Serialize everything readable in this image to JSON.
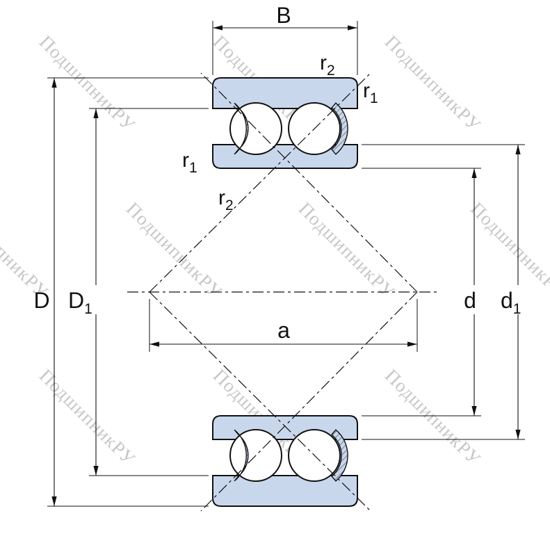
{
  "watermark": {
    "text": "ПодшипникРУ",
    "color": "#c7c7c7"
  },
  "colors": {
    "bearing_fill": "#c8d7ec",
    "outline": "#111111"
  },
  "labels": {
    "B": "B",
    "D": "D",
    "D1": {
      "base": "D",
      "sub": "1"
    },
    "d": "d",
    "d1": {
      "base": "d",
      "sub": "1"
    },
    "a": "a",
    "r1_outer": {
      "base": "r",
      "sub": "1"
    },
    "r2_outer": {
      "base": "r",
      "sub": "2"
    },
    "r1_inner": {
      "base": "r",
      "sub": "1"
    },
    "r2_inner": {
      "base": "r",
      "sub": "2"
    }
  }
}
